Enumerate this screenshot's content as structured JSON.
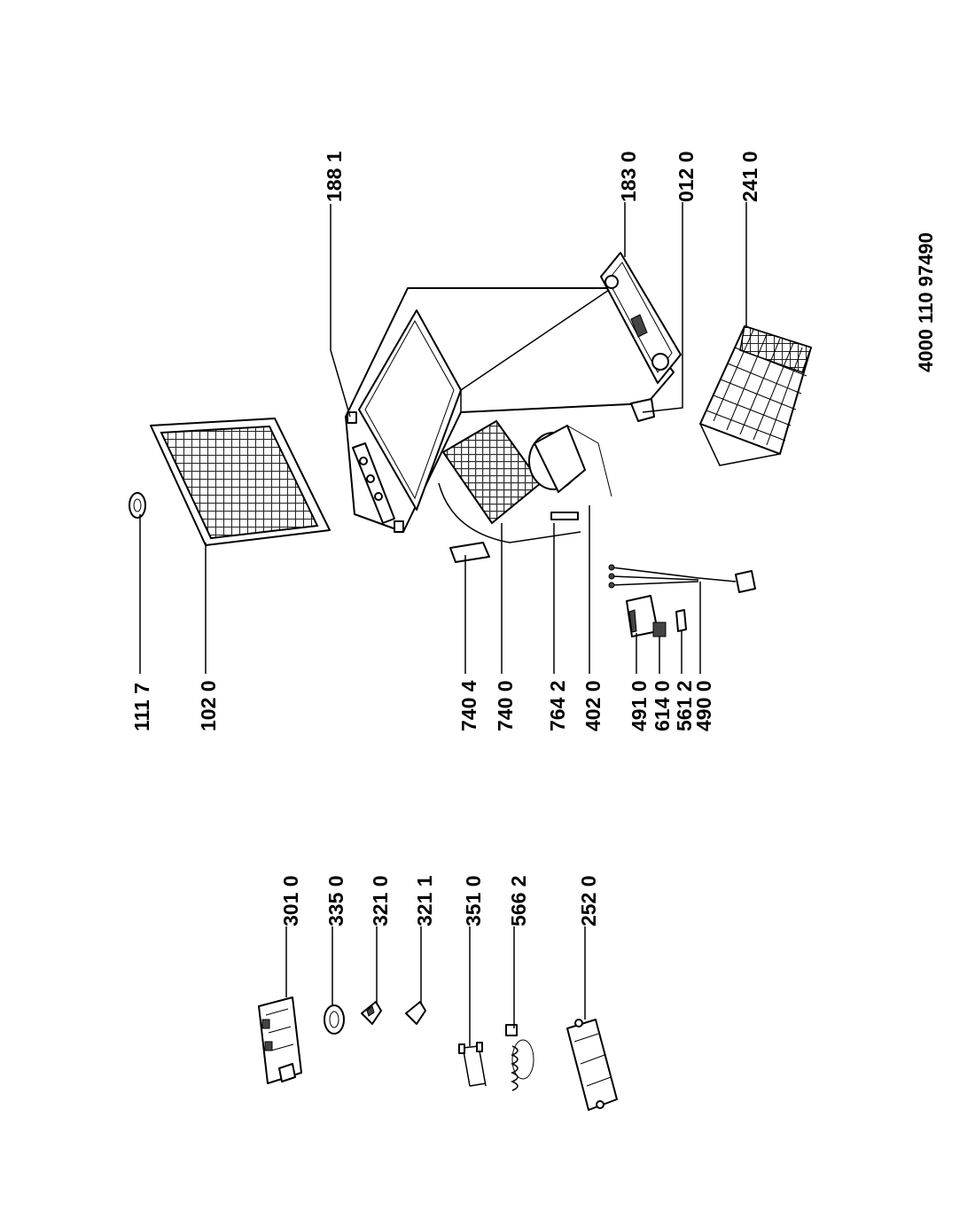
{
  "document_number": "4000 110 97490",
  "labels": {
    "p111_7": "111 7",
    "p102_0": "102 0",
    "p740_4": "740 4",
    "p740_0": "740 0",
    "p764_2": "764 2",
    "p402_0": "402 0",
    "p491_0": "491 0",
    "p614_0": "614 0",
    "p561_2": "561 2",
    "p490_0": "490 0",
    "p301_0": "301 0",
    "p335_0": "335 0",
    "p321_0": "321 0",
    "p321_1": "321 1",
    "p351_0": "351 0",
    "p566_2": "566 2",
    "p252_0": "252 0",
    "p188_1": "188 1",
    "p183_0": "183 0",
    "p012_0": "012 0",
    "p241_0": "241 0"
  }
}
